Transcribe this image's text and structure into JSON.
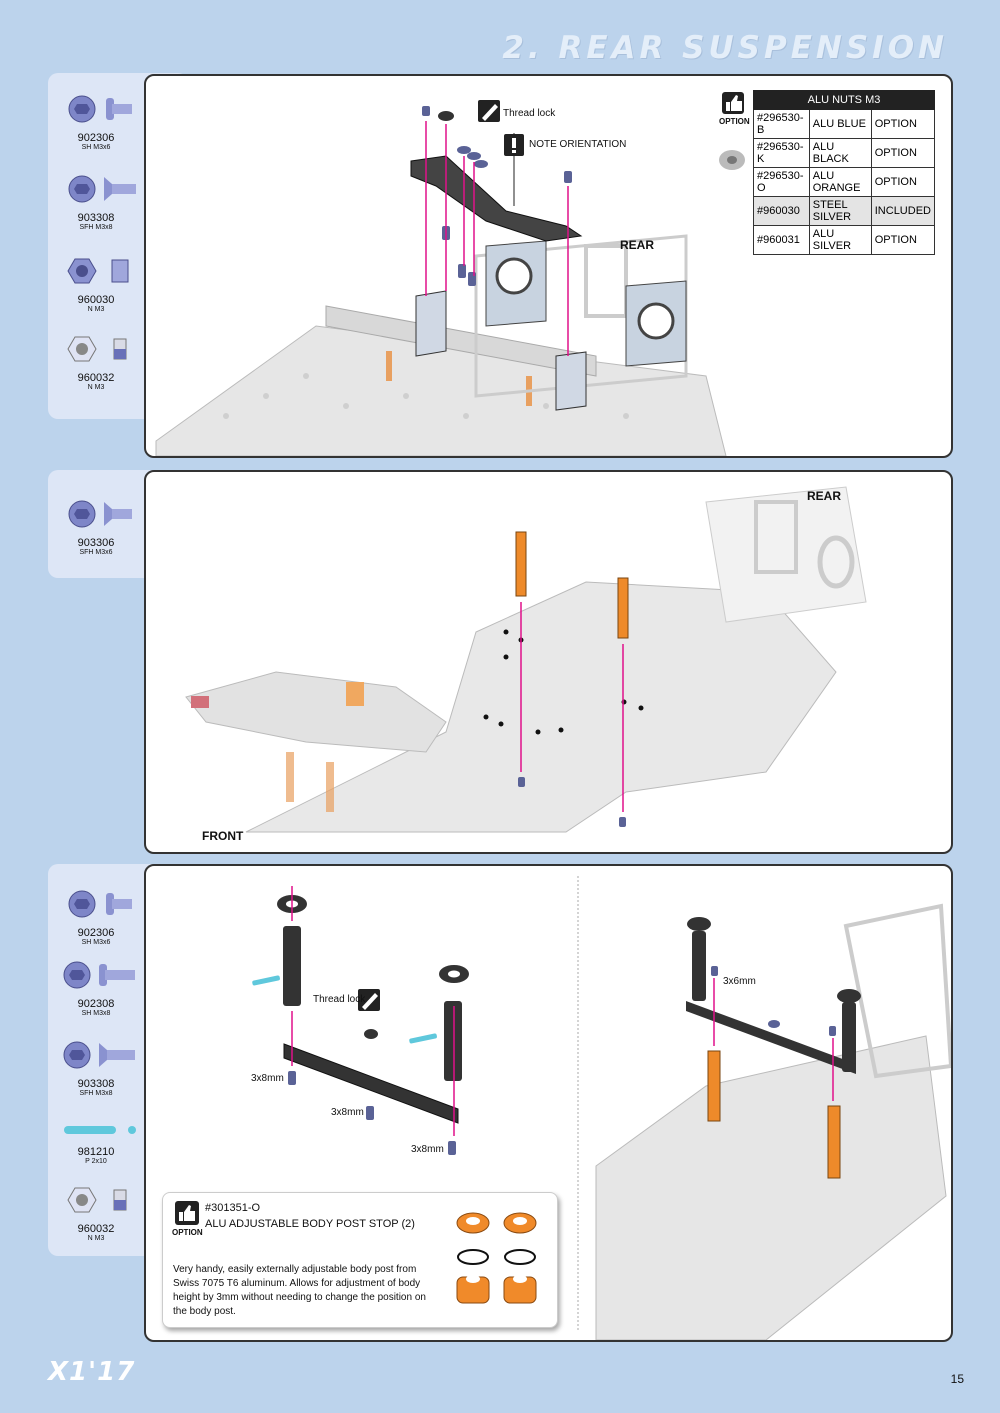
{
  "header": {
    "title": "2. REAR SUSPENSION"
  },
  "step1": {
    "parts": [
      {
        "code": "902306",
        "desc": "SH M3x6"
      },
      {
        "code": "903308",
        "desc": "SFH M3x8"
      },
      {
        "code": "960030",
        "desc": "N M3"
      },
      {
        "code": "960032",
        "desc": "N M3"
      }
    ],
    "labels": {
      "thread_lock": "Thread lock",
      "note": "NOTE ORIENTATION",
      "rear": "REAR"
    },
    "option_label": "OPTION",
    "table": {
      "title": "ALU NUTS M3",
      "rows": [
        [
          "#296530-B",
          "ALU BLUE",
          "OPTION"
        ],
        [
          "#296530-K",
          "ALU BLACK",
          "OPTION"
        ],
        [
          "#296530-O",
          "ALU ORANGE",
          "OPTION"
        ],
        [
          "#960030",
          "STEEL SILVER",
          "INCLUDED"
        ],
        [
          "#960031",
          "ALU SILVER",
          "OPTION"
        ]
      ]
    }
  },
  "step2": {
    "parts": [
      {
        "code": "903306",
        "desc": "SFH M3x6"
      }
    ],
    "labels": {
      "rear": "REAR",
      "front": "FRONT"
    }
  },
  "step3": {
    "parts": [
      {
        "code": "902306",
        "desc": "SH M3x6"
      },
      {
        "code": "902308",
        "desc": "SH M3x8"
      },
      {
        "code": "903308",
        "desc": "SFH M3x8"
      },
      {
        "code": "981210",
        "desc": "P 2x10"
      },
      {
        "code": "960032",
        "desc": "N M3"
      }
    ],
    "labels": {
      "thread_lock": "Thread lock",
      "s1": "3x8mm",
      "s2": "3x8mm",
      "s3": "3x8mm",
      "s4": "3x6mm"
    },
    "option": {
      "label": "OPTION",
      "code": "#301351-O",
      "title": "ALU ADJUSTABLE BODY POST STOP (2)",
      "text": "Very handy, easily externally adjustable body post from Swiss 7075 T6 aluminum. Allows for adjustment of body height by 3mm without needing to change the position on the body post."
    }
  },
  "footer": {
    "logo": "X1'17",
    "page": "15"
  }
}
